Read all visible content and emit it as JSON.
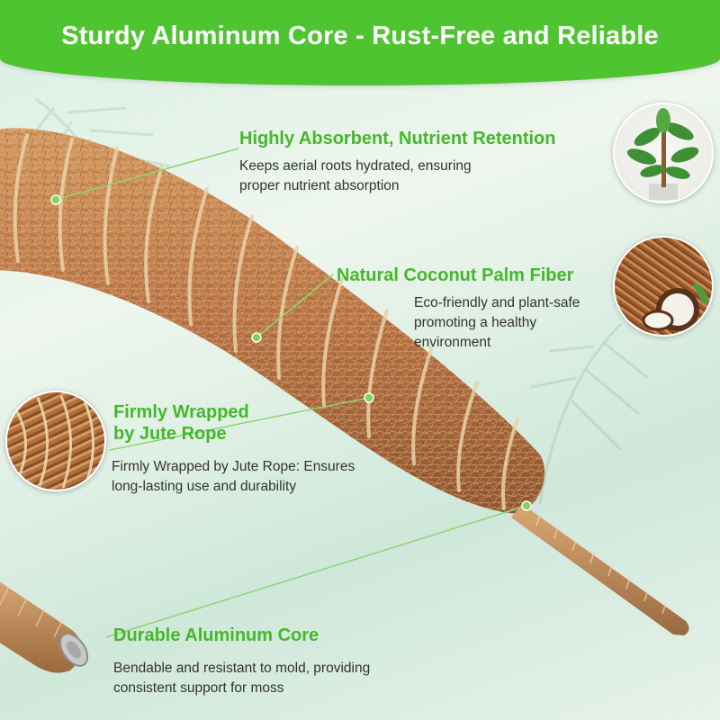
{
  "header": {
    "title": "Sturdy Aluminum Core - Rust-Free and Reliable"
  },
  "features": [
    {
      "title": "Highly Absorbent, Nutrient Retention",
      "desc_lines": [
        "Keeps aerial roots hydrated, ensuring",
        "proper nutrient absorption"
      ]
    },
    {
      "title": "Natural Coconut Palm Fiber",
      "desc_lines": [
        "Eco-friendly and plant-safe",
        "promoting a healthy",
        "environment"
      ]
    },
    {
      "title_lines": [
        "Firmly Wrapped",
        "by Jute Rope"
      ],
      "desc_lines": [
        "Firmly Wrapped by Jute Rope: Ensures",
        "long-lasting use and durability"
      ]
    },
    {
      "title": "Durable Aluminum Core",
      "desc_lines": [
        "Bendable and resistant to mold, providing",
        "consistent support for moss"
      ]
    }
  ],
  "thumbnails": [
    {
      "name": "plant-photo"
    },
    {
      "name": "coconut-fiber-photo"
    },
    {
      "name": "jute-rope-closeup-photo"
    }
  ],
  "colors": {
    "accent_green": "#44b82a",
    "banner_green": "#4fc431",
    "fiber_brown": "#b97848",
    "text_dark": "#333333"
  }
}
